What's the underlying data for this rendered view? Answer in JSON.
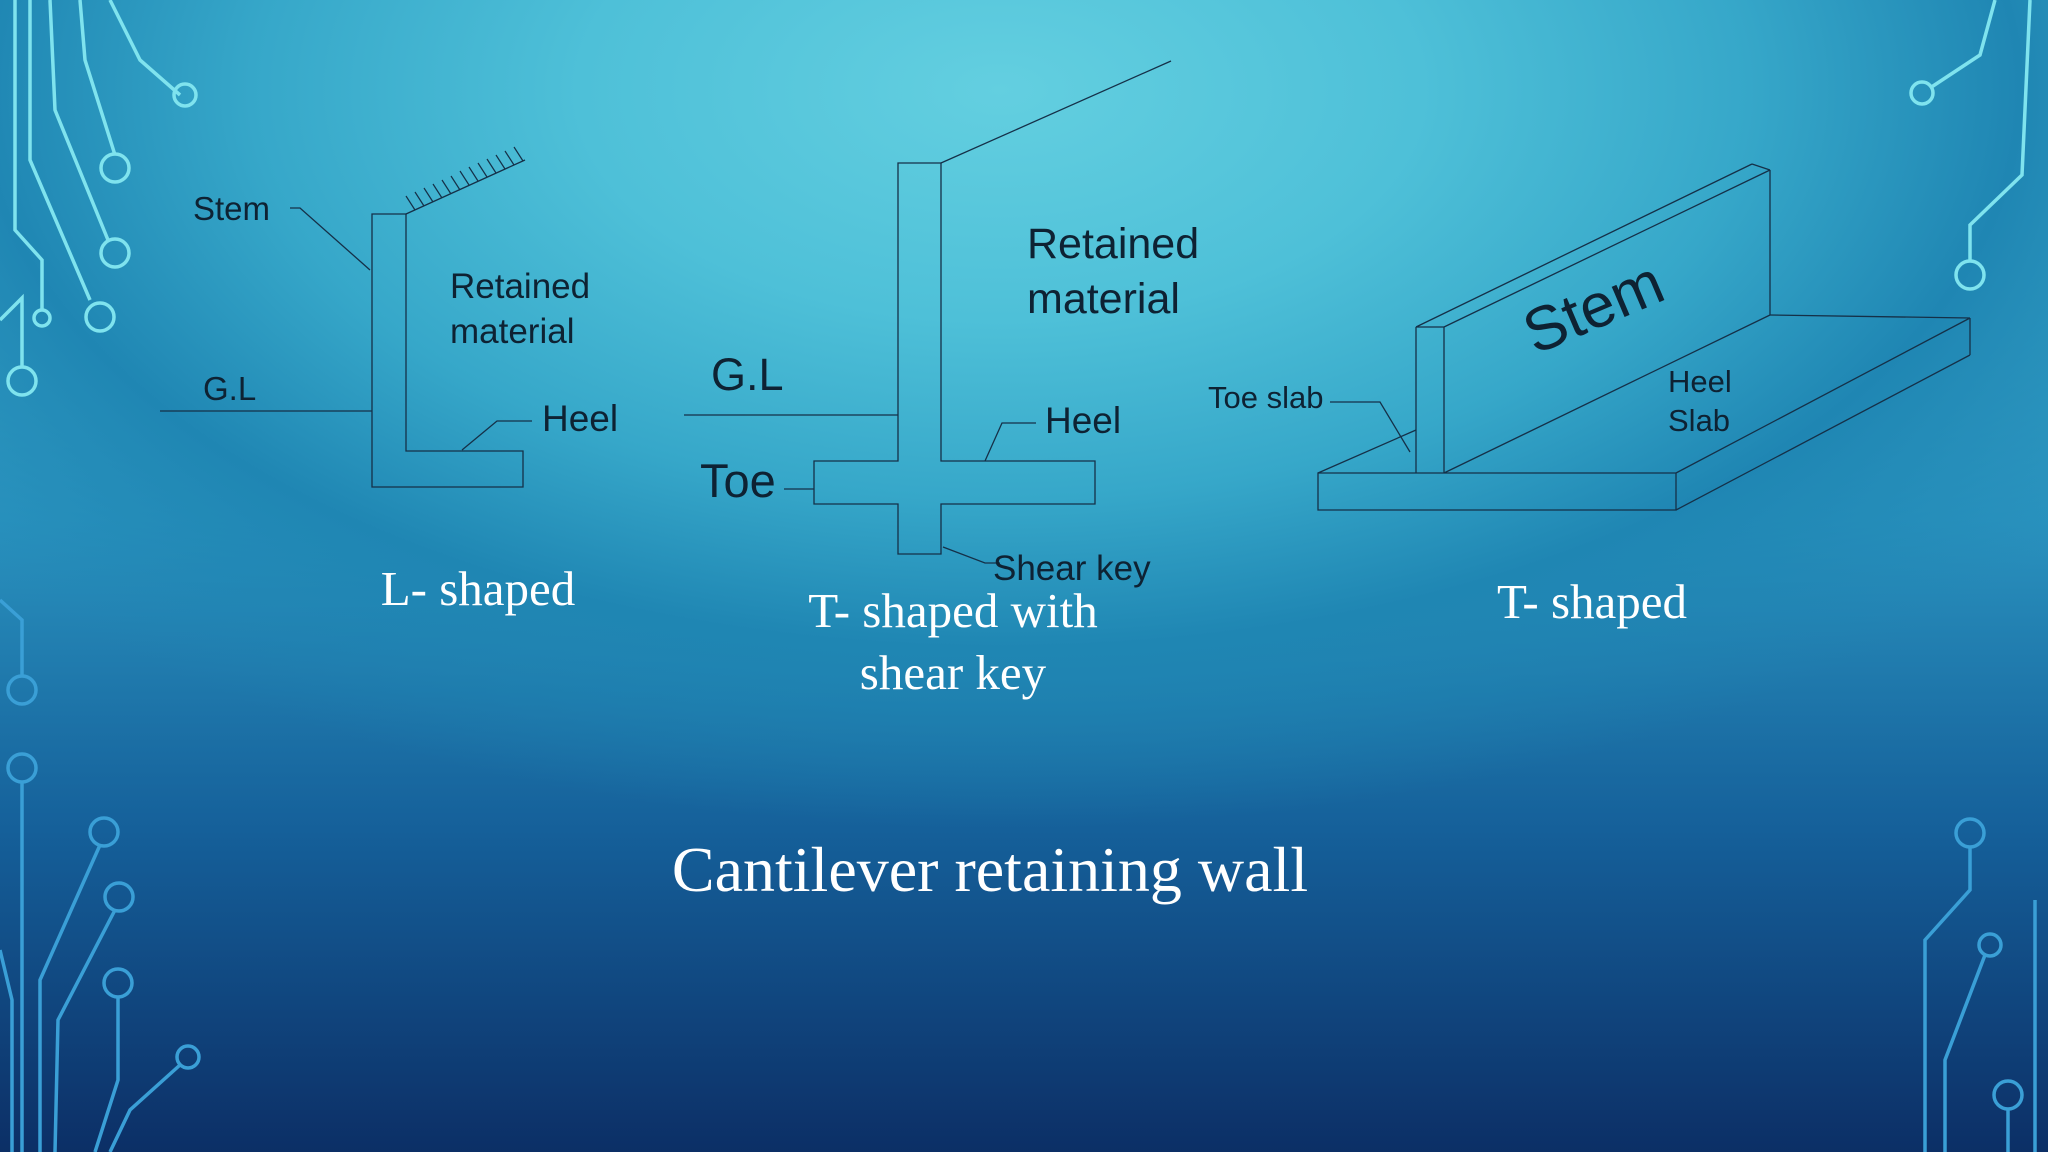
{
  "slide": {
    "title": "Cantilever retaining wall",
    "colors": {
      "circuit_top": "#7fe3ee",
      "circuit_bottom": "#3a9fd6",
      "label_dark": "#0e2233",
      "caption": "#ffffff"
    }
  },
  "l_shaped": {
    "caption": "L- shaped",
    "stem": "Stem",
    "retained_line1": "Retained",
    "retained_line2": "material",
    "gl": "G.L",
    "heel": "Heel"
  },
  "t_shear_key": {
    "caption_line1": "T- shaped with",
    "caption_line2": "shear key",
    "retained_line1": "Retained",
    "retained_line2": "material",
    "gl": "G.L",
    "heel": "Heel",
    "toe": "Toe",
    "shear_key": "Shear key"
  },
  "t_shaped": {
    "caption": "T- shaped",
    "stem": "Stem",
    "toe_slab": "Toe slab",
    "heel_line1": "Heel",
    "heel_line2": "Slab"
  }
}
